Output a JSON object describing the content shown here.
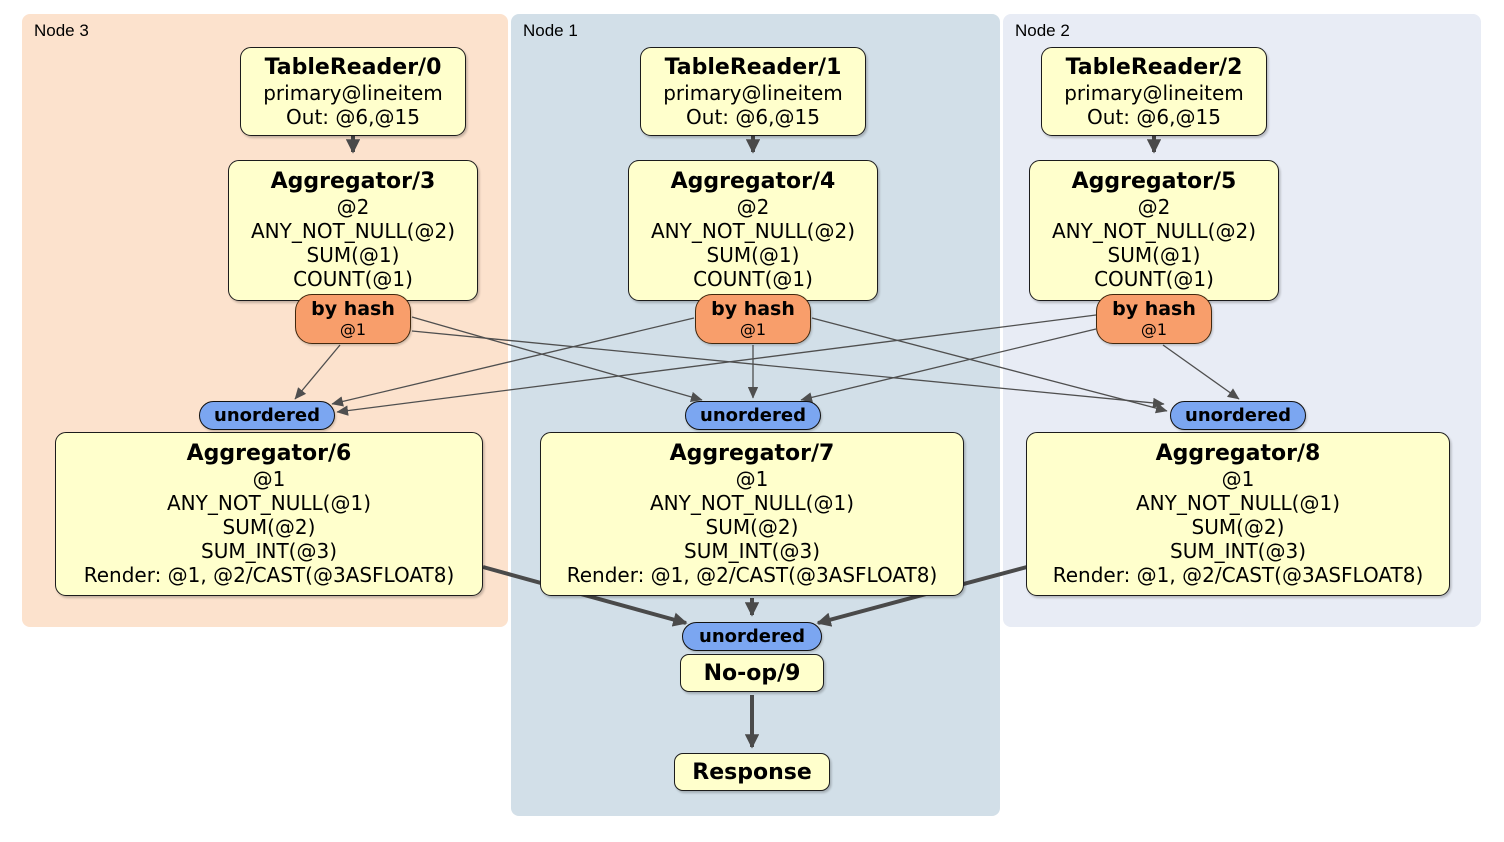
{
  "regions": {
    "node3": {
      "label": "Node 3",
      "fill": "#fce2cd"
    },
    "node1": {
      "label": "Node 1",
      "fill": "#d2dfe8"
    },
    "node2": {
      "label": "Node 2",
      "fill": "#e8ecf5"
    }
  },
  "processors": {
    "tablereader0": {
      "title": "TableReader/0",
      "details": [
        "primary@lineitem",
        "Out: @6,@15"
      ]
    },
    "tablereader1": {
      "title": "TableReader/1",
      "details": [
        "primary@lineitem",
        "Out: @6,@15"
      ]
    },
    "tablereader2": {
      "title": "TableReader/2",
      "details": [
        "primary@lineitem",
        "Out: @6,@15"
      ]
    },
    "aggregator3": {
      "title": "Aggregator/3",
      "details": [
        "@2",
        "ANY_NOT_NULL(@2)",
        "SUM(@1)",
        "COUNT(@1)"
      ]
    },
    "aggregator4": {
      "title": "Aggregator/4",
      "details": [
        "@2",
        "ANY_NOT_NULL(@2)",
        "SUM(@1)",
        "COUNT(@1)"
      ]
    },
    "aggregator5": {
      "title": "Aggregator/5",
      "details": [
        "@2",
        "ANY_NOT_NULL(@2)",
        "SUM(@1)",
        "COUNT(@1)"
      ]
    },
    "aggregator6": {
      "title": "Aggregator/6",
      "details": [
        "@1",
        "ANY_NOT_NULL(@1)",
        "SUM(@2)",
        "SUM_INT(@3)",
        "Render: @1, @2/CAST(@3ASFLOAT8)"
      ]
    },
    "aggregator7": {
      "title": "Aggregator/7",
      "details": [
        "@1",
        "ANY_NOT_NULL(@1)",
        "SUM(@2)",
        "SUM_INT(@3)",
        "Render: @1, @2/CAST(@3ASFLOAT8)"
      ]
    },
    "aggregator8": {
      "title": "Aggregator/8",
      "details": [
        "@1",
        "ANY_NOT_NULL(@1)",
        "SUM(@2)",
        "SUM_INT(@3)",
        "Render: @1, @2/CAST(@3ASFLOAT8)"
      ]
    },
    "noop9": {
      "title": "No-op/9"
    },
    "response": {
      "title": "Response"
    }
  },
  "routers": {
    "hash_node3": {
      "label": "by hash",
      "detail": "@1"
    },
    "hash_node1": {
      "label": "by hash",
      "detail": "@1"
    },
    "hash_node2": {
      "label": "by hash",
      "detail": "@1"
    }
  },
  "syncs": {
    "unordered_node3": {
      "label": "unordered"
    },
    "unordered_node1": {
      "label": "unordered"
    },
    "unordered_node2": {
      "label": "unordered"
    },
    "unordered_final": {
      "label": "unordered"
    }
  },
  "edges": [
    {
      "from": "tablereader0",
      "to": "aggregator3",
      "type": "flow"
    },
    {
      "from": "tablereader1",
      "to": "aggregator4",
      "type": "flow"
    },
    {
      "from": "tablereader2",
      "to": "aggregator5",
      "type": "flow"
    },
    {
      "from": "hash_node3",
      "to": "unordered_node3",
      "type": "stream"
    },
    {
      "from": "hash_node3",
      "to": "unordered_node1",
      "type": "stream"
    },
    {
      "from": "hash_node3",
      "to": "unordered_node2",
      "type": "stream"
    },
    {
      "from": "hash_node1",
      "to": "unordered_node3",
      "type": "stream"
    },
    {
      "from": "hash_node1",
      "to": "unordered_node1",
      "type": "stream"
    },
    {
      "from": "hash_node1",
      "to": "unordered_node2",
      "type": "stream"
    },
    {
      "from": "hash_node2",
      "to": "unordered_node3",
      "type": "stream"
    },
    {
      "from": "hash_node2",
      "to": "unordered_node1",
      "type": "stream"
    },
    {
      "from": "hash_node2",
      "to": "unordered_node2",
      "type": "stream"
    },
    {
      "from": "aggregator6",
      "to": "unordered_final",
      "type": "flow"
    },
    {
      "from": "aggregator7",
      "to": "unordered_final",
      "type": "flow"
    },
    {
      "from": "aggregator8",
      "to": "unordered_final",
      "type": "flow"
    },
    {
      "from": "noop9",
      "to": "response",
      "type": "flow"
    }
  ],
  "colors": {
    "region_node3_fill": "#fce2cd",
    "region_node1_fill": "#d2dfe8",
    "region_node2_fill": "#e8ecf5",
    "processor_fill": "#ffffcc",
    "router_fill": "#f89e6b",
    "sync_fill": "#7ba6f1",
    "edge": "#4a4a4a",
    "node_border": "#1c1c1c"
  }
}
